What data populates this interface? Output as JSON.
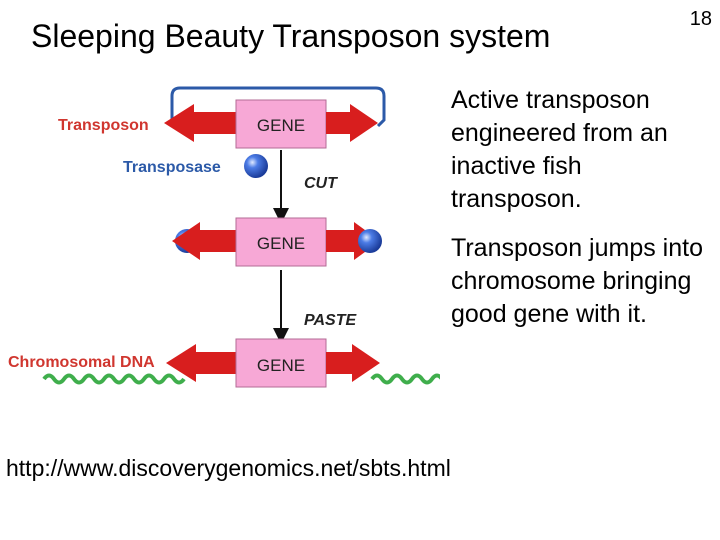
{
  "slide": {
    "title": "Sleeping Beauty Transposon system",
    "number": "18",
    "bullets": [
      "Active transposon engineered from an inactive fish transposon.",
      "Transposon jumps into chromosome bringing good gene with it."
    ],
    "url": "http://www.discoverygenomics.net/sbts.html"
  },
  "diagram": {
    "label_transposon": "Transposon",
    "label_transposase": "Transposase",
    "label_cut": "CUT",
    "label_paste": "PASTE",
    "label_chromosomal_dna": "Chromosomal DNA",
    "gene_label_1": "GENE",
    "gene_label_2": "GENE",
    "gene_label_3": "GENE",
    "colors": {
      "arrow_red": "#d81e1e",
      "gene_pink": "#f7a8d6",
      "label_red": "#d0362f",
      "label_blue": "#2c5aa8",
      "dna_green": "#3fae4c",
      "sphere_blue": "#2f5fd4"
    }
  }
}
